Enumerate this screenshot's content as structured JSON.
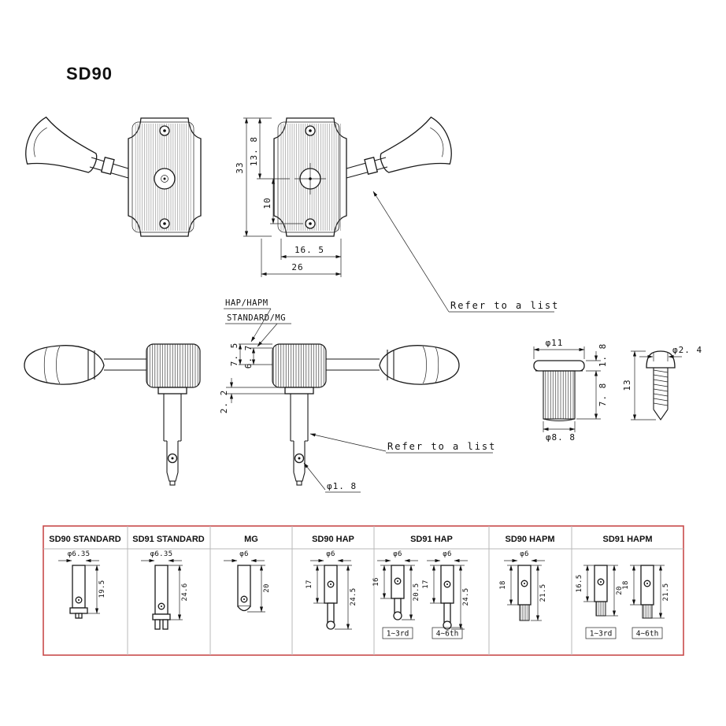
{
  "page": {
    "title": "SD90"
  },
  "front_view": {
    "refer_note": "Refer to a list",
    "dims": {
      "plate_height": "33",
      "top_to_center": "13. 8",
      "center_to_hole": "10",
      "center_to_edge": "16. 5",
      "plate_width": "26"
    }
  },
  "side_view": {
    "label_hap": "HAP/HAPM",
    "label_standard": "STANDARD/MG",
    "refer_note": "Refer to a list",
    "dims": {
      "hap_height": "7. 5",
      "standard_height": "6. 7",
      "plate_thickness": "2. 2",
      "string_hole": "φ1. 8"
    }
  },
  "bushing": {
    "dims": {
      "flange_dia": "φ11",
      "flange_height": "1. 8",
      "body_height": "7. 8",
      "body_dia": "φ8. 8"
    }
  },
  "screw": {
    "dims": {
      "dia": "φ2. 4",
      "length": "13"
    }
  },
  "table": {
    "columns": [
      {
        "header": "SD90 STANDARD",
        "posts": [
          {
            "dia": "φ6.35",
            "total": "19.5"
          }
        ]
      },
      {
        "header": "SD91 STANDARD",
        "posts": [
          {
            "dia": "φ6.35",
            "total": "24.6"
          }
        ]
      },
      {
        "header": "MG",
        "posts": [
          {
            "dia": "φ6",
            "total": "20"
          }
        ]
      },
      {
        "header": "SD90 HAP",
        "posts": [
          {
            "dia": "φ6",
            "upper": "17",
            "total": "24.5"
          }
        ]
      },
      {
        "header": "SD91 HAP",
        "posts": [
          {
            "dia": "φ6",
            "upper": "16",
            "total": "20.5",
            "range": "1~3rd"
          },
          {
            "dia": "φ6",
            "upper": "17",
            "total": "24.5",
            "range": "4~6th"
          }
        ]
      },
      {
        "header": "SD90 HAPM",
        "posts": [
          {
            "dia": "φ6",
            "upper": "18",
            "total": "21.5"
          }
        ]
      },
      {
        "header": "SD91 HAPM",
        "posts": [
          {
            "upper": "16.5",
            "total": "20",
            "range": "1~3rd"
          },
          {
            "upper": "18",
            "total": "21.5",
            "range": "4~6th"
          }
        ]
      }
    ]
  }
}
